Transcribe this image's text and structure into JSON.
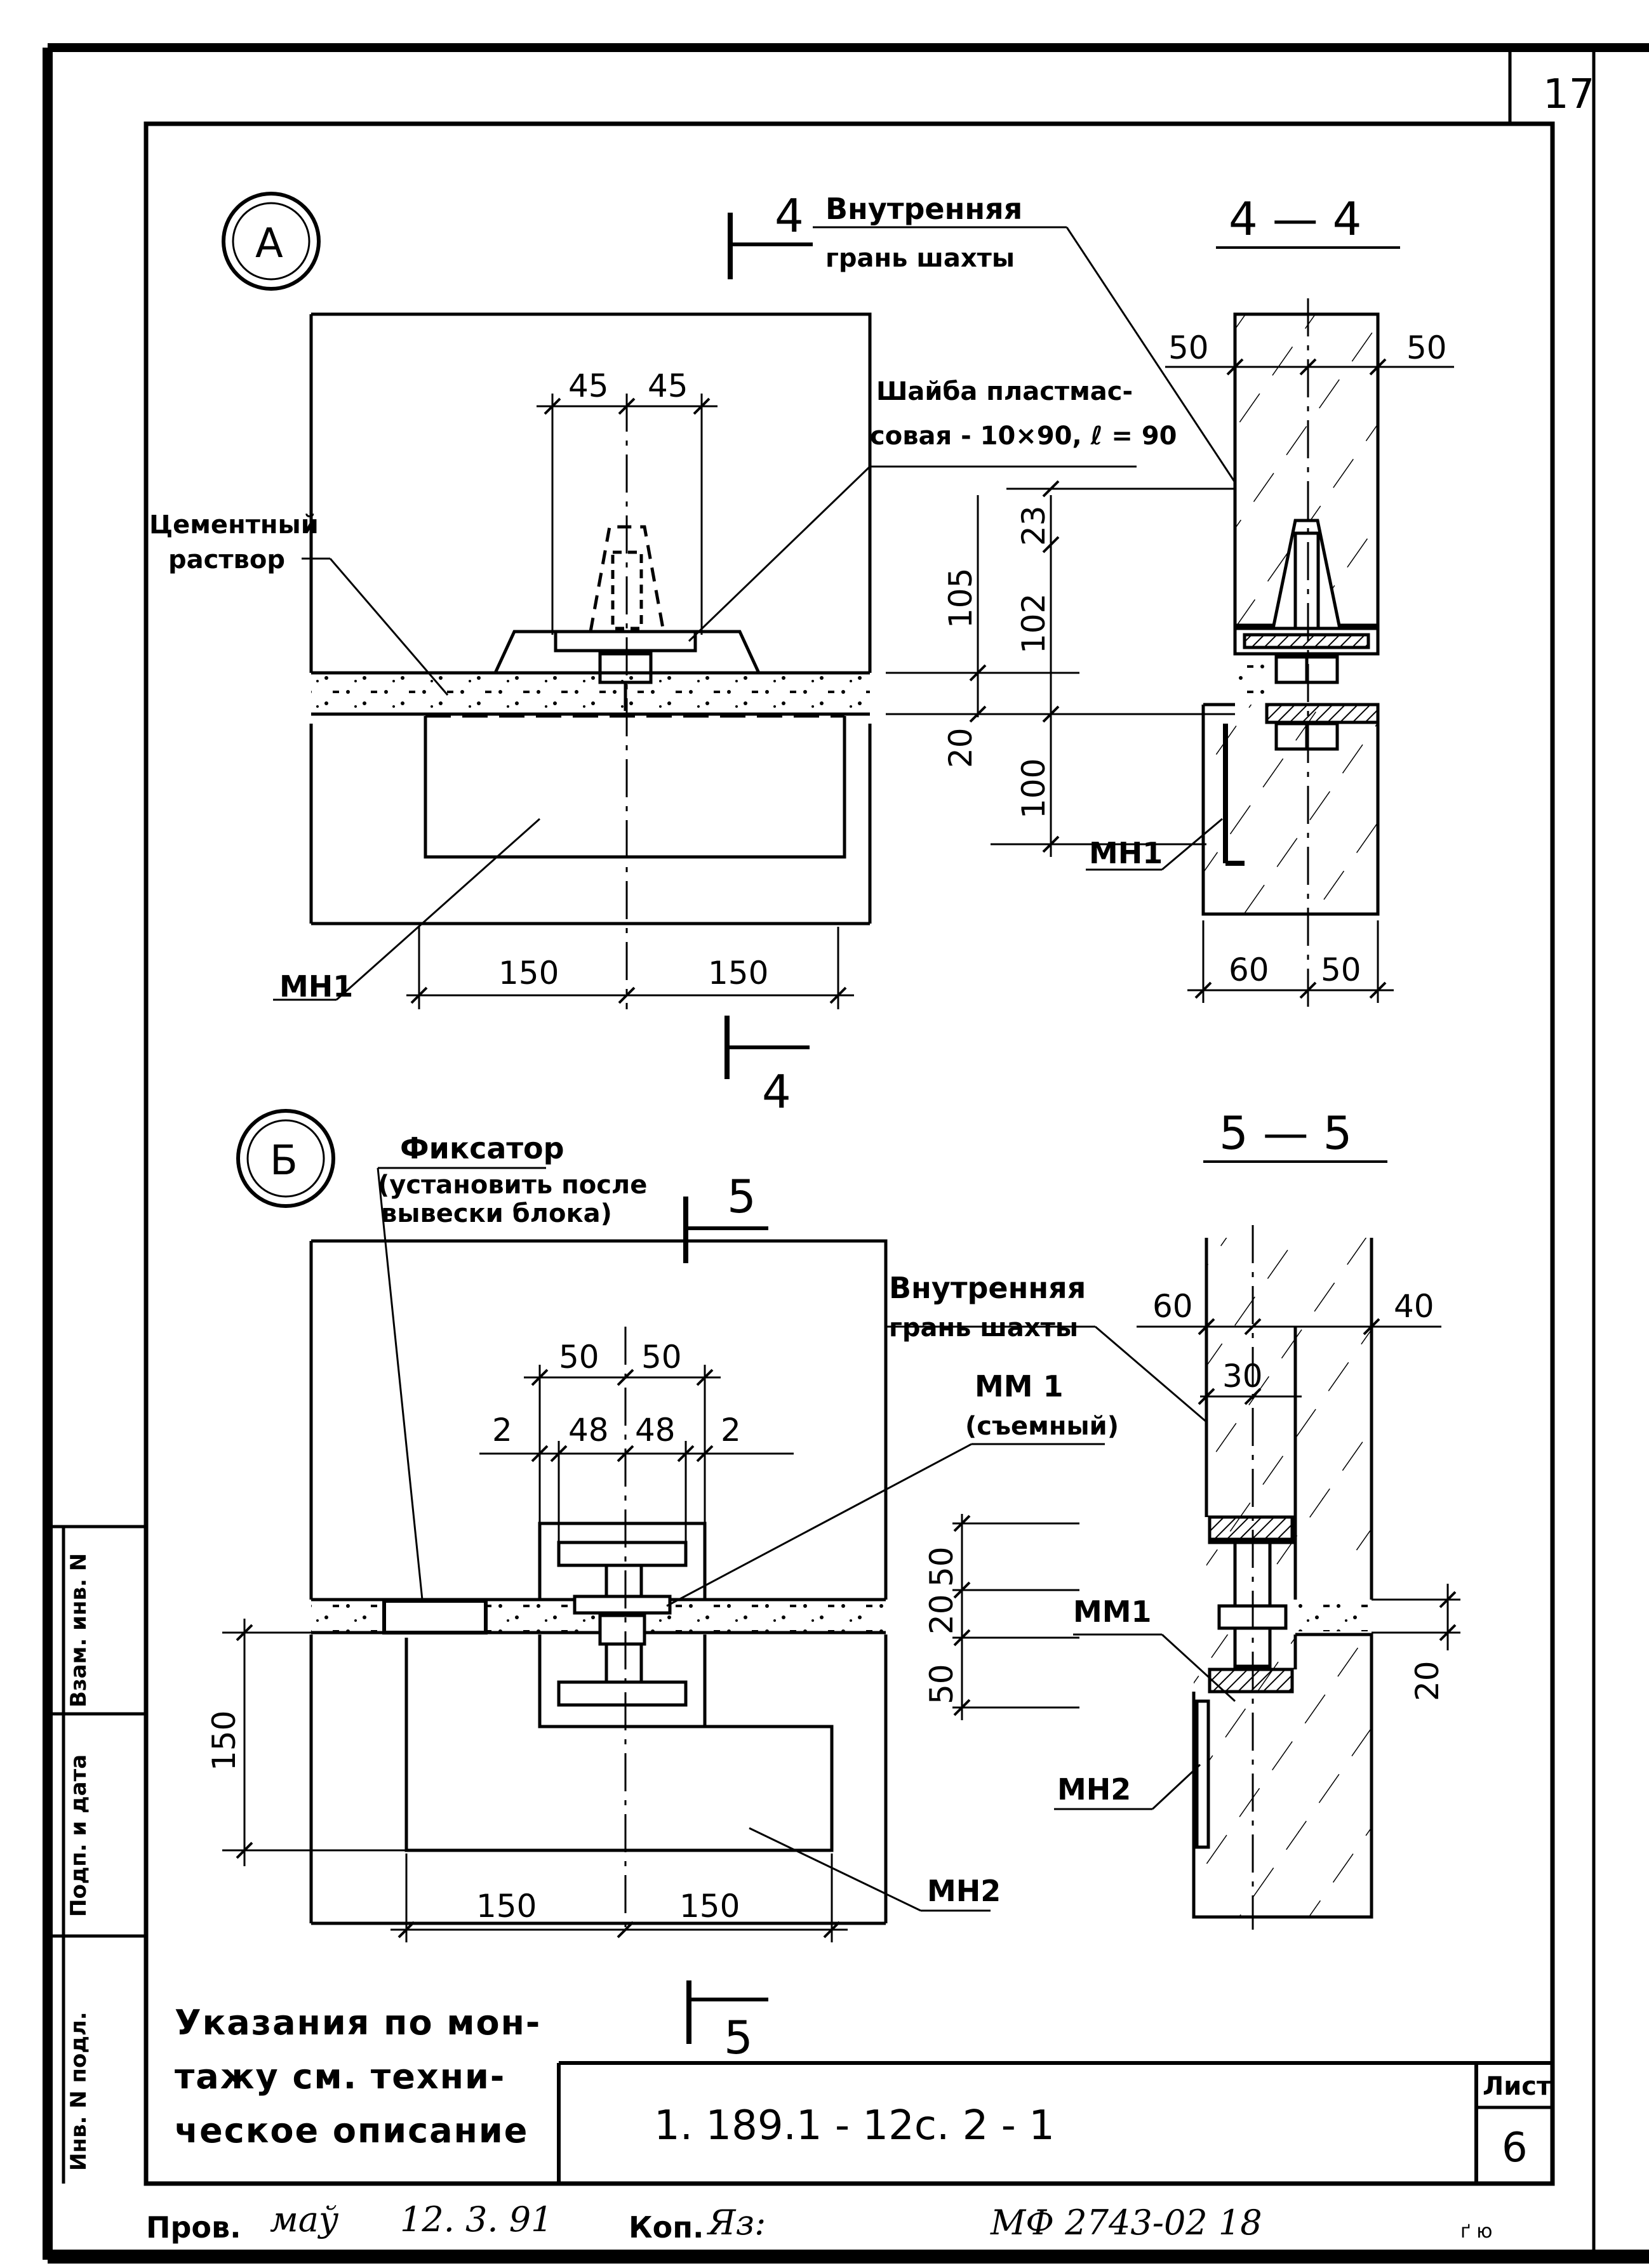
{
  "sheet": {
    "corner_number": "17",
    "sheet_label": "Лист",
    "sheet_number": "6",
    "designation": "1. 189.1 - 12с. 2 - 1",
    "note_lines": [
      "Указания по мон-",
      "тажу см. техни-",
      "ческое описание"
    ],
    "bottom": {
      "prov_label": "Пров.",
      "prov_signature": "маў",
      "date": "12. 3. 91",
      "kop_label": "Коп.",
      "kop_signature": "Яз:",
      "archive_code": "МФ 2743-02  18",
      "corner_mark": "ґ ю"
    },
    "side_stamp": [
      "Взам. инв. N",
      "Подп. и дата",
      "Инв. N подл."
    ]
  },
  "detail_a": {
    "marker": "А",
    "section_mark": "4",
    "inner_face": [
      "Внутренняя",
      "грань шахты"
    ],
    "washer": [
      "Шайба пластмас-",
      "совая - 10×90, ℓ = 90"
    ],
    "mortar": [
      "Цементный",
      "раствор"
    ],
    "part": "МН1",
    "dims": {
      "top_left": "45",
      "top_right": "45",
      "bottom_left": "150",
      "bottom_right": "150"
    }
  },
  "section_4_4": {
    "title": "4 — 4",
    "part": "МН1",
    "dims": {
      "top_left": "50",
      "top_right": "50",
      "d23": "23",
      "d105": "105",
      "d102": "102",
      "d20": "20",
      "d100": "100",
      "bottom_left": "60",
      "bottom_right": "50"
    }
  },
  "detail_b": {
    "marker": "Б",
    "section_mark": "5",
    "fixator": [
      "Фиксатор",
      "(установить после",
      "вывески блока)"
    ],
    "mm1": [
      "ММ 1",
      "(съемный)"
    ],
    "part": "МН2",
    "dims": {
      "top_left": "50",
      "top_right": "50",
      "gap_left": "2",
      "mid_left": "48",
      "mid_right": "48",
      "gap_right": "2",
      "height": "150",
      "bottom_left": "150",
      "bottom_right": "150",
      "v50a": "50",
      "v20": "20",
      "v50b": "50"
    }
  },
  "section_5_5": {
    "title": "5 — 5",
    "inner_face": [
      "Внутренняя",
      "грань шахты"
    ],
    "mm1": "ММ1",
    "part": "МН2",
    "dims": {
      "top_left": "60",
      "top_right": "40",
      "d30": "30",
      "d20": "20"
    }
  }
}
